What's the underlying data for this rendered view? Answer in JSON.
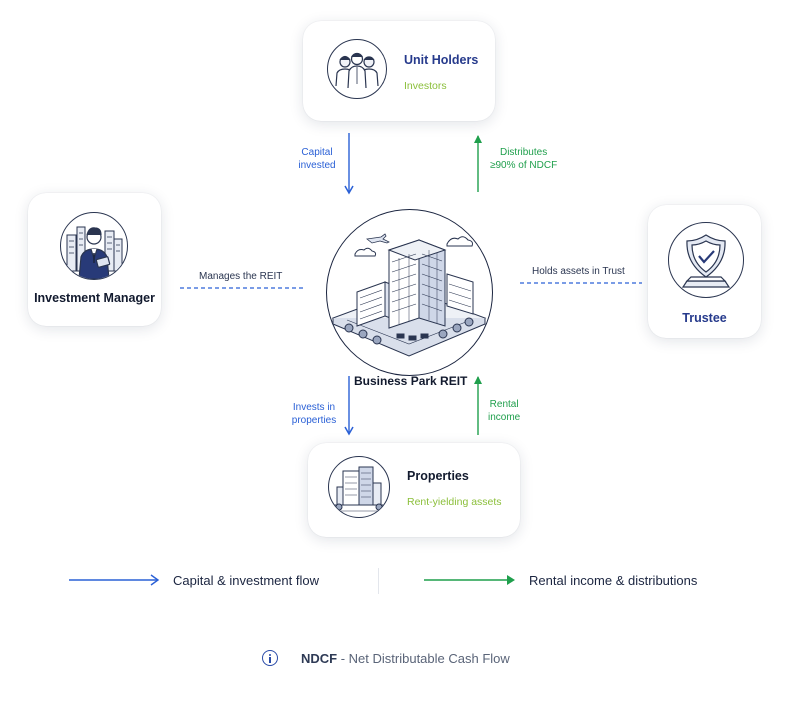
{
  "nodes": {
    "unit_holders": {
      "title": "Unit Holders",
      "subtitle": "Investors"
    },
    "investment_manager": {
      "title": "Investment Manager"
    },
    "trustee": {
      "title": "Trustee"
    },
    "reit": {
      "title": "Business Park REIT"
    },
    "properties": {
      "title": "Properties",
      "subtitle": "Rent-yielding assets"
    }
  },
  "flows": {
    "capital_invested": [
      "Capital",
      "invested"
    ],
    "distributes": [
      "Distributes",
      "≥90% of NDCF"
    ],
    "manages": "Manages the REIT",
    "holds_assets": "Holds assets in Trust",
    "invests": [
      "Invests in",
      "properties"
    ],
    "rental_income": [
      "Rental",
      "income"
    ]
  },
  "legend": {
    "capital": "Capital & investment flow",
    "rental": "Rental income & distributions"
  },
  "note": {
    "term": "NDCF",
    "definition": " - Net Distributable Cash Flow"
  },
  "colors": {
    "capital_flow": "#2a60d6",
    "income_flow": "#1f9f4c",
    "title_blue": "#263a8c",
    "subtitle_green": "#8bbf3a"
  },
  "icons": [
    "people-icon",
    "businessman-icon",
    "shield-check-icon",
    "office-building-icon",
    "info-icon"
  ]
}
